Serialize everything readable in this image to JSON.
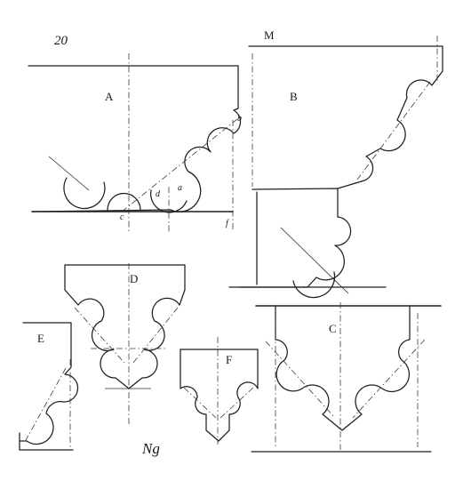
{
  "page_number": "20",
  "figures": {
    "A": {
      "label": "A",
      "points": {
        "a": "a",
        "b": "b",
        "c": "c",
        "d": "d",
        "f": "f"
      }
    },
    "B": {
      "label": "B",
      "corner": "M"
    },
    "C": {
      "label": "C"
    },
    "D": {
      "label": "D"
    },
    "E": {
      "label": "E"
    },
    "F": {
      "label": "F"
    }
  },
  "signature": "Ng"
}
